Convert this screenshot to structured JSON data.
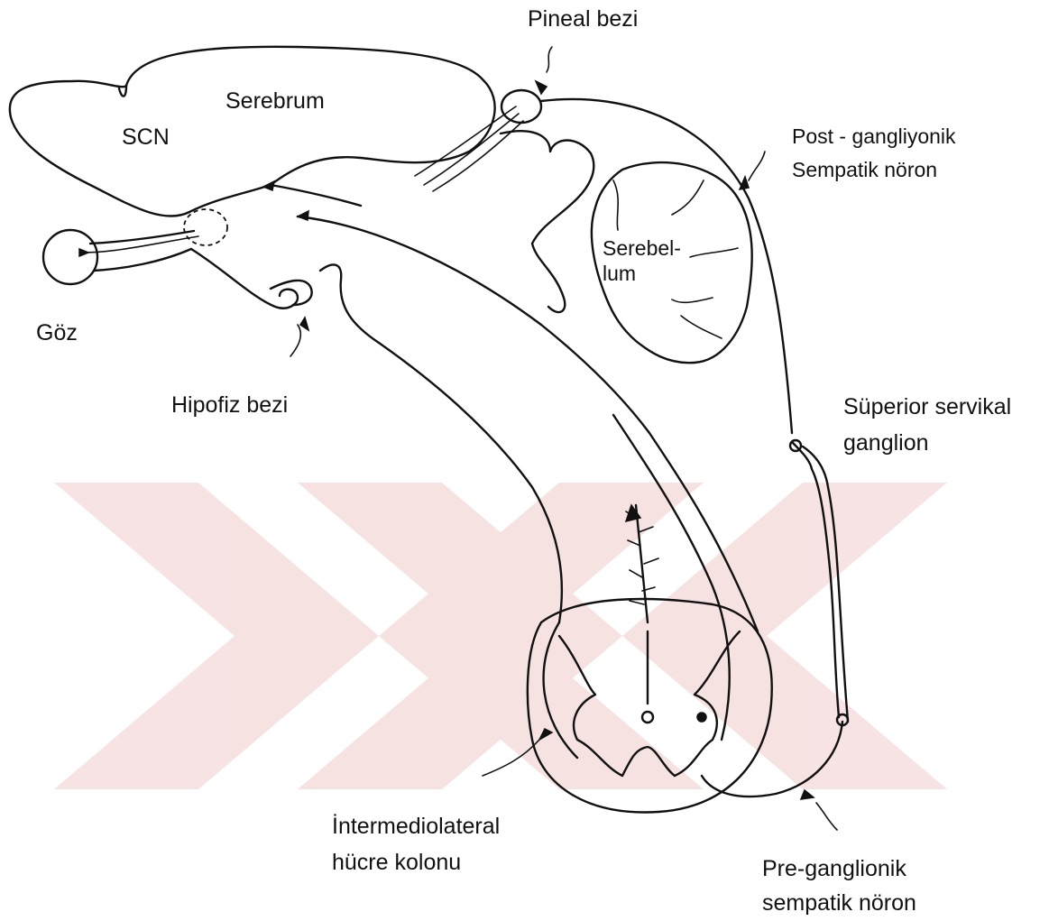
{
  "labels": {
    "pineal": "Pineal bezi",
    "serebrum": "Serebrum",
    "scn": "SCN",
    "post_line1": "Post - gangliyonik",
    "post_line2": "Sempatik nöron",
    "serebellum_line1": "Serebel-",
    "serebellum_line2": "lum",
    "goz": "Göz",
    "hipofiz": "Hipofiz bezi",
    "superior_line1": "Süperior servikal",
    "superior_line2": "ganglion",
    "intermedio_line1": "İntermediolateral",
    "intermedio_line2": "hücre kolonu",
    "pre_line1": "Pre-ganglionik",
    "pre_line2": "sempatik nöron"
  },
  "colors": {
    "ink": "#111111",
    "watermark": "#f3d3d3",
    "background": "#ffffff"
  }
}
